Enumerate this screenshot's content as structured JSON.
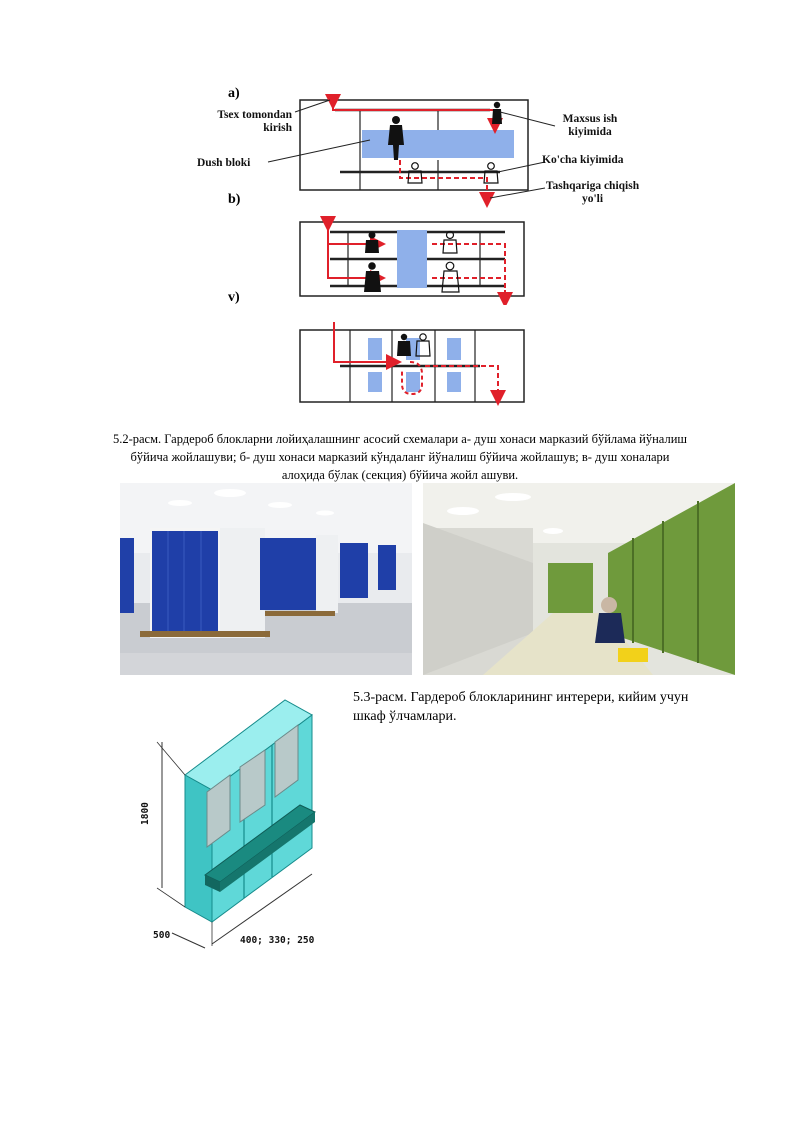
{
  "figure_a": {
    "letter": "a)",
    "labels": {
      "entry_line1": "Tsex tomondan",
      "entry_line2": "kirish",
      "shower": "Dush bloki",
      "special_line1": "Maxsus ish",
      "special_line2": "kiyimida",
      "street": "Ko'cha kiyimida",
      "exit_line1": "Tashqariga chiqish",
      "exit_line2": "yo'li"
    }
  },
  "figure_b": {
    "letter": "b)"
  },
  "figure_v": {
    "letter": "v)"
  },
  "caption_52": {
    "line1": "5.2-расм. Гардероб блокларни лойиҳалашнинг асосий схемалари а- душ хонаси марказий бўйлама йўналиш",
    "line2": "бўйича жойлашуви; б- душ хонаси марказий кўндаланг йўналиш бўйича жойлашув; в- душ хоналари",
    "line3": "алоҳида бўлак (секция) бўйича жойл ашуви."
  },
  "caption_53": {
    "line1": "5.3-расм. Гардероб блокларининг интерери, кийим учун",
    "line2": "шкаф ўлчамлари."
  },
  "dimensions": {
    "height": "1800",
    "depth": "500",
    "widths": "400; 330; 250"
  },
  "colors": {
    "flow_red": "#e0202a",
    "shower_blue": "#8fb0ea",
    "locker_blue": "#1f3fa8",
    "locker_green": "#6f9a3c",
    "cabinet_cyan": "#5fd8d8",
    "bench_teal": "#1a8a80"
  }
}
